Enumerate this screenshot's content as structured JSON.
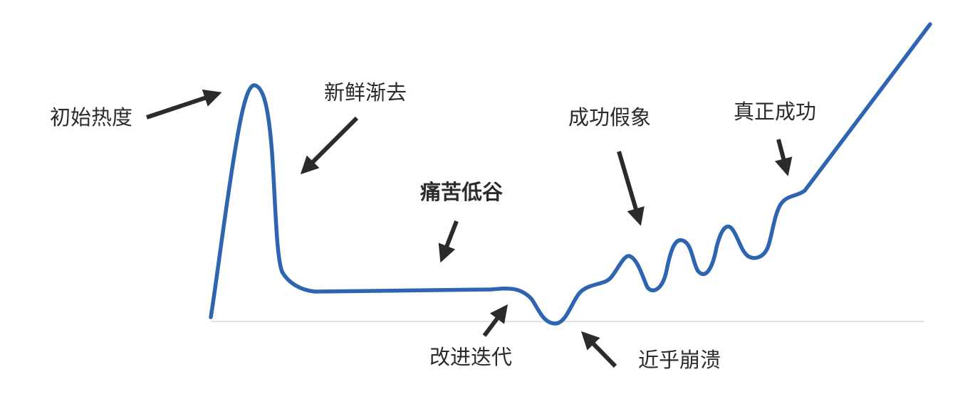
{
  "colors": {
    "curve": "#2d65b0",
    "baseline": "#e3e3e3",
    "arrow": "#2b2b2b",
    "text": "#2b2b2b"
  },
  "labels": {
    "initial_heat": "初始热度",
    "novelty_fades": "新鲜渐去",
    "painful_trough": "痛苦低谷",
    "iterative_improvement": "改进迭代",
    "near_collapse": "近乎崩溃",
    "false_success": "成功假象",
    "true_success": "真正成功"
  }
}
